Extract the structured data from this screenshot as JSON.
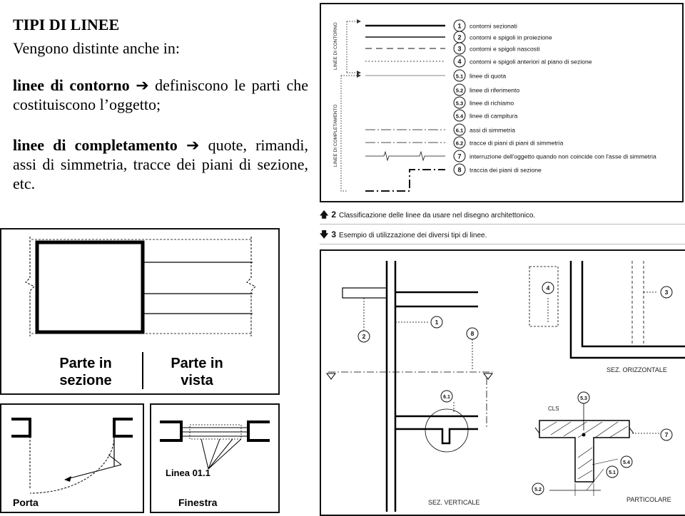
{
  "intro": {
    "title": "TIPI DI LINEE",
    "subtitle": "Vengono distinte anche in:",
    "contour_term": "linee di contorno",
    "contour_desc": "definiscono le parti che costituiscono l’oggetto;",
    "completion_term": "linee di completamento",
    "completion_desc": "quote, rimandi, assi di simmetria, tracce dei piani di sezione, etc.",
    "arrow_glyph": "➔"
  },
  "legend": {
    "group_contorno": "LINEE DI CONTORNO",
    "group_completamento": "LINEE DI COMPLETAMENTO",
    "items": [
      {
        "num": "1",
        "label": "contorni sezionati"
      },
      {
        "num": "2",
        "label": "contorni e spigoli in proiezione"
      },
      {
        "num": "3",
        "label": "contorni e spigoli nascosti"
      },
      {
        "num": "4",
        "label": "contorni e spigoli anteriori al piano di sezione"
      },
      {
        "num": "5.1",
        "label": "linee di quota"
      },
      {
        "num": "5.2",
        "label": "linee di riferimento"
      },
      {
        "num": "5.3",
        "label": "linee di richiamo"
      },
      {
        "num": "5.4",
        "label": "linee di campitura"
      },
      {
        "num": "6.1",
        "label": "assi di simmetria"
      },
      {
        "num": "6.2",
        "label": "tracce di piani di piani di simmetria"
      },
      {
        "num": "7",
        "label": "interruzione dell'oggetto quando non coincide con l'asse di simmetria"
      },
      {
        "num": "8",
        "label": "traccia dei piani di sezione"
      }
    ]
  },
  "captions": {
    "fig2_num": "2",
    "fig2_text": "Classificazione delle linee da usare nel disegno architettonico.",
    "fig3_num": "3",
    "fig3_text": "Esempio di utilizzazione dei diversi tipi di linee."
  },
  "section_panel": {
    "label_left_1": "Parte in",
    "label_left_2": "sezione",
    "label_right_1": "Parte in",
    "label_right_2": "vista"
  },
  "porta_panel": {
    "label": "Porta"
  },
  "finestra_panel": {
    "label": "Finestra",
    "linea_label": "Linea 01.1"
  },
  "example": {
    "sez_orizzontale": "SEZ. ORIZZONTALE",
    "sez_verticale": "SEZ. VERTICALE",
    "particolare": "PARTICOLARE",
    "cls": "CLS",
    "callouts": [
      "1",
      "2",
      "3",
      "4",
      "8",
      "6.1",
      "5.3",
      "7",
      "5.4",
      "5.1",
      "5.2"
    ]
  }
}
